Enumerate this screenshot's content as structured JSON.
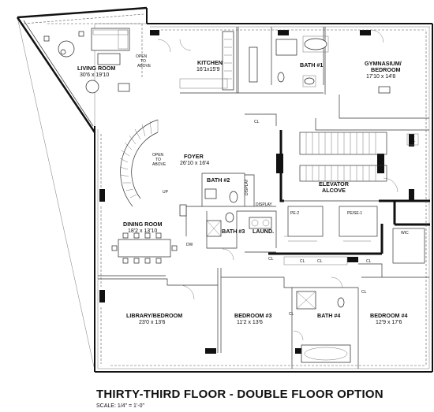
{
  "title": "THIRTY-THIRD FLOOR - DOUBLE FLOOR OPTION",
  "scale": "SCALE:  1/4\" = 1'-0\"",
  "rooms": {
    "living": {
      "name": "LIVING ROOM",
      "dim": "30'6 x 19'10"
    },
    "kitchen": {
      "name": "KITCHEN",
      "dim": "16'1x15'9"
    },
    "bath1": {
      "name": "BATH #1"
    },
    "gym": {
      "name": "GYMNASIUM/",
      "name2": "BEDROOM",
      "dim": "17'10 x 14'8"
    },
    "foyer": {
      "name": "FOYER",
      "dim": "26'10 x 16'4"
    },
    "bath2": {
      "name": "BATH #2"
    },
    "elevator": {
      "name": "ELEVATOR",
      "name2": "ALCOVE"
    },
    "dining": {
      "name": "DINING ROOM",
      "dim": "18'2 x 13'10"
    },
    "bath3": {
      "name": "BATH #3"
    },
    "laundry": {
      "name": "LAUND."
    },
    "library": {
      "name": "LIBRARY/BEDROOM",
      "dim": "23'0 x 13'6"
    },
    "bedroom3": {
      "name": "BEDROOM #3",
      "dim": "11'2 x 13'6"
    },
    "bath4": {
      "name": "BATH #4"
    },
    "bedroom4": {
      "name": "BEDROOM #4",
      "dim": "12'9 x 17'6"
    }
  },
  "annotations": {
    "open_above_1": "OPEN",
    "open_above_1b": "TO",
    "open_above_1c": "ABOVE",
    "open_above_2": "OPEN",
    "open_above_2b": "TO",
    "open_above_2c": "ABOVE",
    "up": "UP",
    "display1": "DISPLAY",
    "display2": "DISPLAY",
    "pe2": "PE-2",
    "pese1": "PE/SE-1",
    "wic": "WIC",
    "cl": "CL",
    "dw": "DW"
  }
}
